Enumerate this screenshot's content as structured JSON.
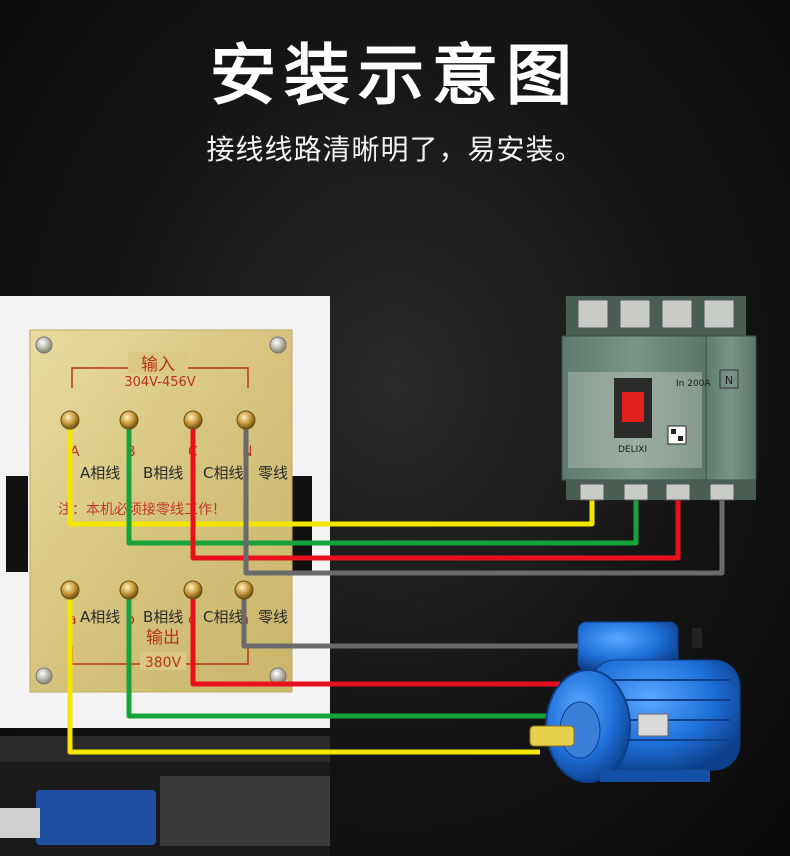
{
  "header": {
    "title": "安装示意图",
    "subtitle": "接线线路清晰明了，易安装。"
  },
  "panel": {
    "input_title": "输入",
    "input_range": "304V-456V",
    "input_letters": [
      "A",
      "B",
      "C",
      "N"
    ],
    "input_labels": [
      "A相线",
      "B相线",
      "C相线",
      "零线"
    ],
    "warning": "注：本机必须接零线工作！",
    "output_letters": [
      "a",
      "b",
      "c",
      "n"
    ],
    "output_labels": [
      "A相线",
      "B相线",
      "C相线",
      "零线"
    ],
    "output_title": "输出",
    "output_voltage": "380V"
  },
  "breaker": {
    "rating": "In 200A",
    "brand": "DELIXI",
    "side_mark": "N"
  },
  "colors": {
    "phase_a": "#f5e600",
    "phase_b": "#18a33a",
    "phase_c": "#e8101a",
    "neutral": "#6a6a6a",
    "panel_gold": "#d9c982",
    "panel_text": "#b8321c",
    "breaker_body": "#6d8a7c",
    "motor_blue": "#1e6fd9"
  },
  "icons": [
    "terminal-bolt-icon",
    "breaker-switch-icon",
    "qr-code-icon",
    "motor-icon"
  ]
}
